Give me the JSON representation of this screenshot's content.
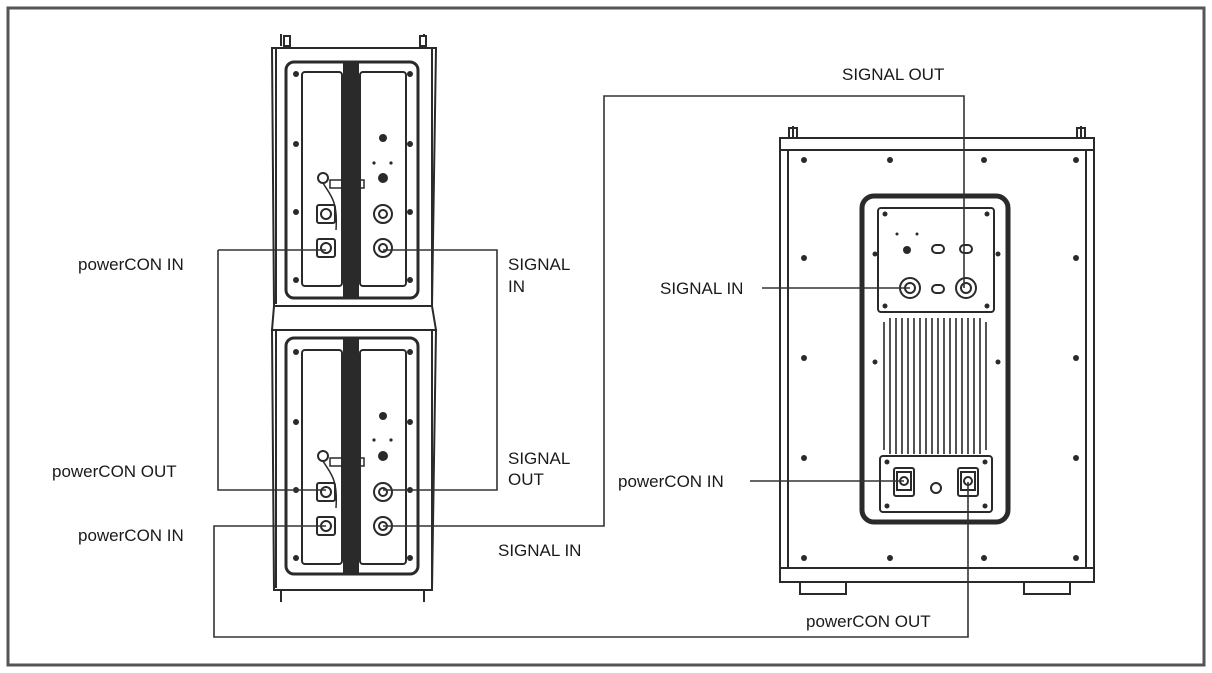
{
  "labels": {
    "top_powercon_in": "powerCON IN",
    "top_signal_in_line1": "SIGNAL",
    "top_signal_in_line2": "IN",
    "bottom_powercon_out": "powerCON OUT",
    "bottom_signal_out_line1": "SIGNAL",
    "bottom_signal_out_line2": "OUT",
    "bottom_powercon_in": "powerCON IN",
    "bottom_signal_in": "SIGNAL IN",
    "sub_signal_out": "SIGNAL OUT",
    "sub_signal_in": "SIGNAL IN",
    "sub_powercon_in": "powerCON IN",
    "sub_powercon_out": "powerCON OUT"
  },
  "colors": {
    "frame": "#555555",
    "line": "#333333",
    "cabinet": "#2a2a2a",
    "background": "#ffffff"
  }
}
